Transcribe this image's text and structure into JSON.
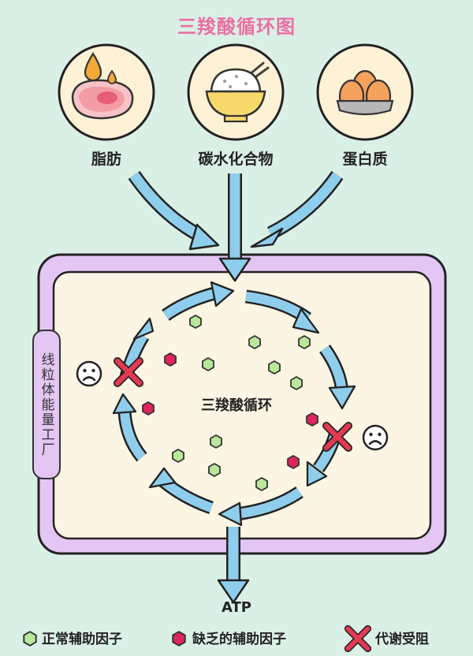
{
  "title": "三羧酸循环图",
  "sources": [
    {
      "label": "脂肪",
      "icon": "meat-oil-icon"
    },
    {
      "label": "碳水化合物",
      "icon": "rice-bowl-icon"
    },
    {
      "label": "蛋白质",
      "icon": "eggs-icon"
    }
  ],
  "factory_label": "线粒体能量工厂",
  "cycle_label": "三羧酸循环",
  "output_label": "ATP",
  "legend": {
    "normal": "正常辅助因子",
    "deficient": "缺乏的辅助因子",
    "blocked": "代谢受阻"
  },
  "colors": {
    "background": "#daf0e6",
    "title": "#ea6fa3",
    "arrow": "#8fcdec",
    "mitochondria_outer": "#e3c6f4",
    "mitochondria_inner": "#fdf5e3",
    "normal_factor": "#b9e89a",
    "deficient_factor": "#e0245c",
    "blocked_cross": "#e23a52"
  },
  "icons": [
    "sad-face-icon",
    "cross-icon",
    "hexagon-icon"
  ]
}
